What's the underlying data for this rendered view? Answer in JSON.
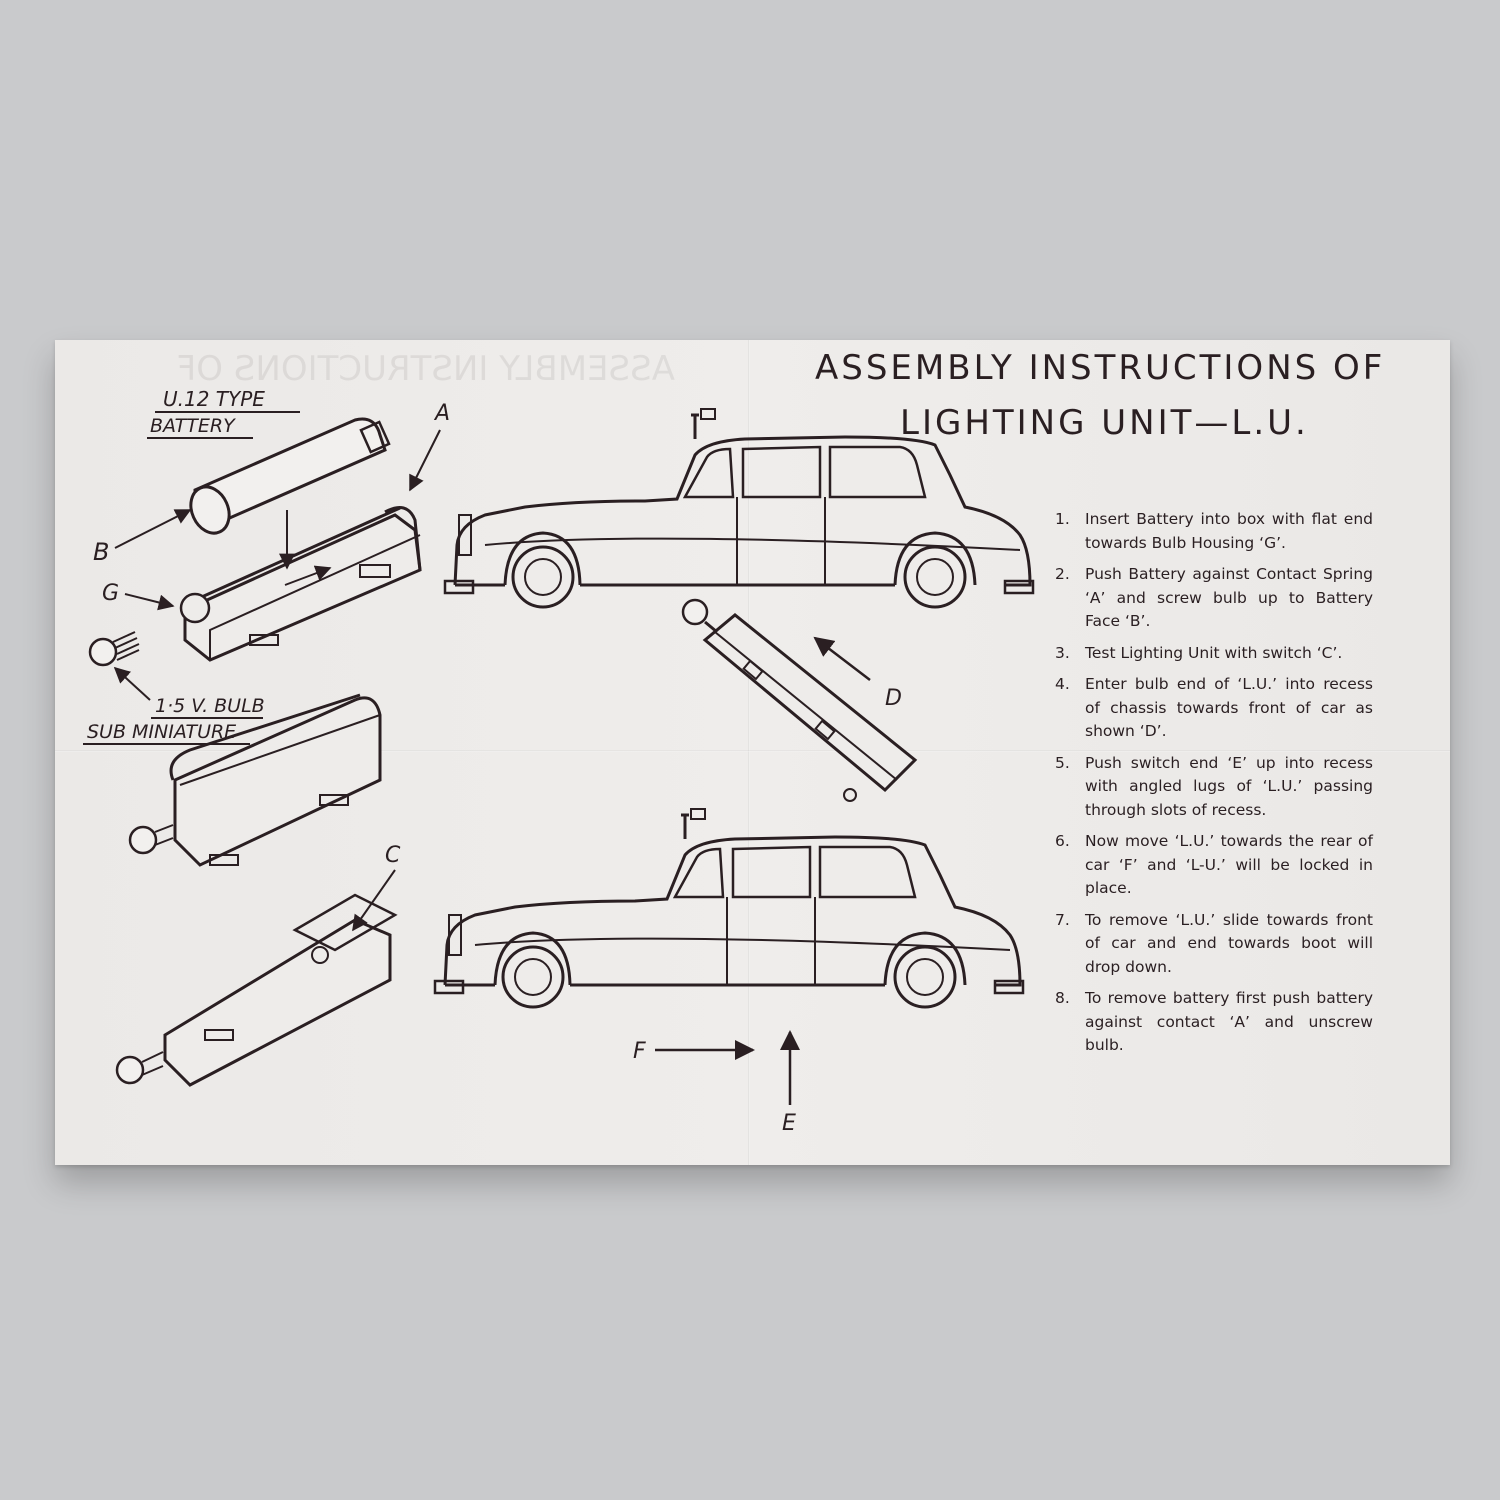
{
  "title": {
    "line1": "ASSEMBLY INSTRUCTIONS OF",
    "line2": "LIGHTING UNIT—L.U."
  },
  "labels": {
    "battery_type": "U.12 TYPE",
    "battery": "BATTERY",
    "bulb": "1·5 V. BULB",
    "sub_miniature": "SUB MINIATURE",
    "A": "A",
    "B": "B",
    "C": "C",
    "D": "D",
    "E": "E",
    "F": "F",
    "G": "G"
  },
  "steps": [
    {
      "num": "1.",
      "text": "Insert Battery into box with flat end towards Bulb Housing ‘G’."
    },
    {
      "num": "2.",
      "text": "Push Battery against Contact Spring ‘A’ and screw bulb up to Battery Face ‘B’."
    },
    {
      "num": "3.",
      "text": "Test Lighting Unit with switch ‘C’."
    },
    {
      "num": "4.",
      "text": "Enter bulb end of ‘L.U.’ into recess of chassis towards front of car as shown ‘D’."
    },
    {
      "num": "5.",
      "text": "Push switch end ‘E’ up into recess with angled lugs of ‘L.U.’ passing through slots of recess."
    },
    {
      "num": "6.",
      "text": "Now move ‘L.U.’ towards the rear of car ‘F’ and ‘L-U.’ will be locked in place."
    },
    {
      "num": "7.",
      "text": "To remove ‘L.U.’ slide towards front of car and end towards boot will drop down."
    },
    {
      "num": "8.",
      "text": "To remove battery first push battery against contact ‘A’ and unscrew bulb."
    }
  ],
  "colors": {
    "background": "#c9cacc",
    "paper": "#edebe9",
    "ink": "#2a1f22"
  }
}
